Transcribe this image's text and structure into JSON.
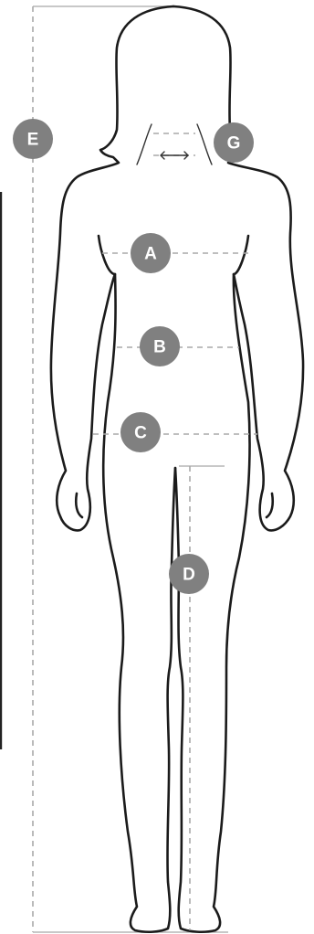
{
  "diagram": {
    "markers": {
      "a": "A",
      "b": "B",
      "c": "C",
      "d": "D",
      "e": "E",
      "g": "G"
    },
    "colors": {
      "outline": "#1b1b1b",
      "guide": "#a9a9a9",
      "badge": "#808080",
      "badge_text": "#ffffff"
    }
  }
}
